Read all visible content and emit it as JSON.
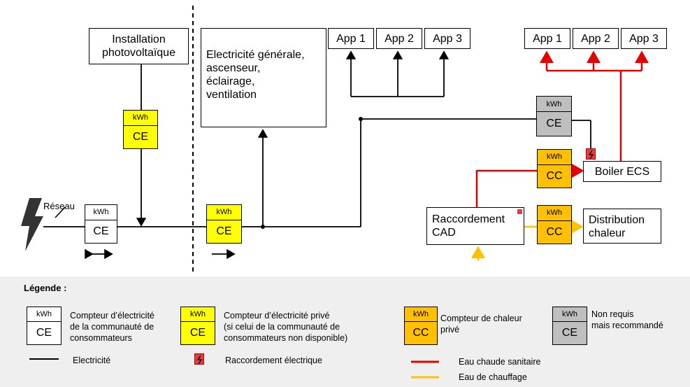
{
  "nodes": {
    "installation_pv": "Installation\nphotovoltaïque",
    "elec_generale": "Electricité générale,\nascenseur,\néclairage,\nventilation",
    "app1_left": "App 1",
    "app2_left": "App 2",
    "app3_left": "App 3",
    "app1_right": "App 1",
    "app2_right": "App 2",
    "app3_right": "App 3",
    "boiler": "Boiler ECS",
    "raccordement": "Raccordement\nCAD",
    "distribution": "Distribution\nchaleur",
    "reseau": "Réseau"
  },
  "meter": {
    "unit": "kWh",
    "ce": "CE",
    "cc": "CC"
  },
  "legend": {
    "title": "Légende :",
    "ce_community": "Compteur d’électricité\nde la communauté de\nconsommateurs",
    "ce_private": "Compteur d’électricité privé\n(si celui de la communauté de\nconsommateurs non disponible)",
    "cc_private": "Compteur de chaleur\nprivé",
    "not_required": "Non requis\nmais recommandé",
    "electricity": "Electricité",
    "electrical_connection": "Raccordement électrique",
    "hot_water": "Eau chaude sanitaire",
    "heating_water": "Eau de chauffage"
  },
  "colors": {
    "yellow_meter": "#ffff00",
    "orange_meter": "#ffc000",
    "gray_meter": "#bfbfbf",
    "red_line": "#e60000",
    "orange_line": "#ffc000",
    "plug": "#e04040",
    "legend_bg": "#efefef"
  }
}
